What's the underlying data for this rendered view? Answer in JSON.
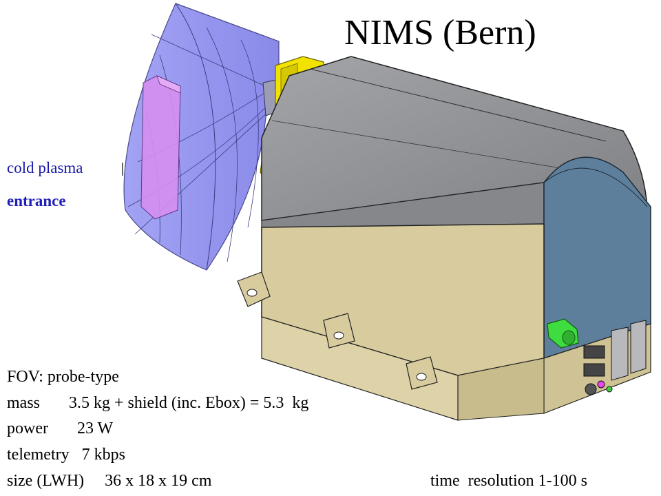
{
  "title": "NIMS (Bern)",
  "labels": {
    "cold_plasma": "cold plasma",
    "entrance": "entrance"
  },
  "specs": {
    "fov": "FOV: probe-type",
    "mass": "mass       3.5 kg + shield (inc. Ebox) = 5.3  kg",
    "power": "power       23 W",
    "telemetry": "telemetry   7 kbps",
    "size": "size (LWH)     36 x 18 x 19 cm"
  },
  "time_resolution": "time  resolution 1-100 s",
  "colors": {
    "entrance_cone": "#8f8ff0",
    "entrance_inner": "#d08ff0",
    "connector": "#f0e000",
    "housing_top": "#8e9094",
    "housing_end": "#5e7f9c",
    "base": "#d8cc9e",
    "text_blue": "#1a1aa8",
    "text_bold_blue": "#2020b8"
  },
  "icons": {
    "instrument": "nims-instrument-illustration"
  }
}
